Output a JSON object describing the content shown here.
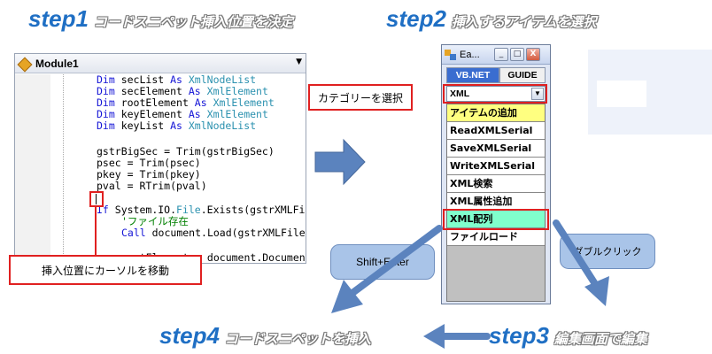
{
  "steps": {
    "step1": {
      "num": "step1",
      "desc": "コードスニペット挿入位置を決定"
    },
    "step2": {
      "num": "step2",
      "desc": "挿入するアイテムを選択"
    },
    "step3": {
      "num": "step3",
      "desc": "編集画面で編集"
    },
    "step4": {
      "num": "step4",
      "desc": "コードスニペットを挿入"
    }
  },
  "editor": {
    "module": "Module1",
    "lines": [
      {
        "kw": "Dim",
        "rest": " secList ",
        "kw2": "As",
        "ty": " XmlNodeList"
      },
      {
        "kw": "Dim",
        "rest": " secElement ",
        "kw2": "As",
        "ty": " XmlElement"
      },
      {
        "kw": "Dim",
        "rest": " rootElement ",
        "kw2": "As",
        "ty": " XmlElement"
      },
      {
        "kw": "Dim",
        "rest": " keyElement ",
        "kw2": "As",
        "ty": " XmlElement"
      },
      {
        "kw": "Dim",
        "rest": " keyList ",
        "kw2": "As",
        "ty": " XmlNodeList"
      }
    ],
    "plain": [
      "gstrBigSec = Trim(gstrBigSec)",
      "psec = Trim(psec)",
      "pkey = Trim(pkey)",
      "pval = RTrim(pval)"
    ],
    "if_kw": "If",
    "if_rest": " System.IO.",
    "if_type": "File",
    "if_tail": ".Exists(gstrXMLFil",
    "comment": "'ファイル存在",
    "call_kw": "Call",
    "call_rest": " document.Load(gstrXMLFileN",
    "cut_line": "rootElement = document.Document"
  },
  "callouts": {
    "insert_position": "挿入位置にカーソルを移動",
    "select_category": "カテゴリーを選択",
    "shift_enter": "Shift+Enter",
    "double_click": "ダブルクリック"
  },
  "tool": {
    "title": "Ea...",
    "min_label": "_",
    "max_label": "□",
    "close_label": "X",
    "tabs": [
      "VB.NET",
      "GUIDE"
    ],
    "category_value": "XML",
    "items": [
      {
        "label": "アイテムの追加",
        "bg": "#ffff80"
      },
      {
        "label": "ReadXMLSerial",
        "bg": "#ffffff"
      },
      {
        "label": "SaveXMLSerial",
        "bg": "#ffffff"
      },
      {
        "label": "WriteXMLSerial",
        "bg": "#ffffff"
      },
      {
        "label": "XML検索",
        "bg": "#ffffff"
      },
      {
        "label": "XML属性追加",
        "bg": "#ffffff"
      },
      {
        "label": "XML配列",
        "bg": "#80ffcc"
      },
      {
        "label": "ファイルロード",
        "bg": "#ffffff"
      }
    ]
  },
  "colors": {
    "accent_blue": "#1f6fc4",
    "callout_red": "#e02020",
    "arrow_blue": "#5b83be"
  }
}
